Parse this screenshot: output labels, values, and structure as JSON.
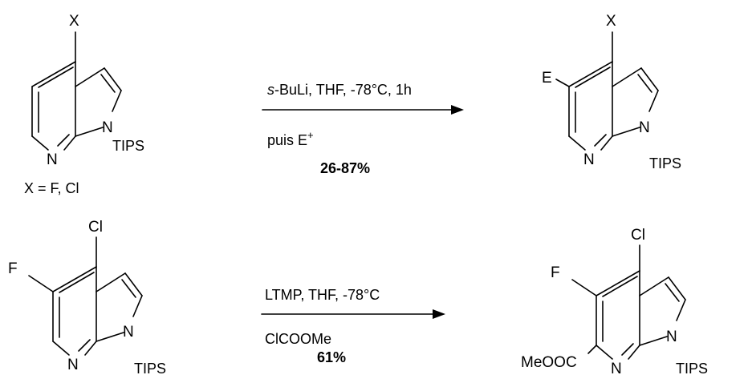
{
  "scheme": {
    "reaction1": {
      "reactant": {
        "substituent_top": "X",
        "ring_n": "N",
        "pyrrole_n": "N",
        "n_protecting_group": "TIPS",
        "definition": "X = F, Cl"
      },
      "conditions": {
        "reagent_prefix": "s",
        "reagent_rest": "-BuLi, THF, -78°C, 1h",
        "quench_text": "puis E",
        "quench_superscript": "+",
        "yield": "26-87%"
      },
      "product": {
        "substituent_top": "X",
        "substituent_side": "E",
        "ring_n": "N",
        "pyrrole_n": "N",
        "n_protecting_group": "TIPS"
      }
    },
    "reaction2": {
      "reactant": {
        "substituent_top": "Cl",
        "substituent_side": "F",
        "ring_n": "N",
        "pyrrole_n": "N",
        "n_protecting_group": "TIPS"
      },
      "conditions": {
        "reagent": "LTMP, THF, -78°C",
        "quench": "ClCOOMe",
        "yield": "61%"
      },
      "product": {
        "substituent_top": "Cl",
        "substituent_side": "F",
        "substituent_bottom": "MeOOC",
        "ring_n": "N",
        "pyrrole_n": "N",
        "n_protecting_group": "TIPS"
      }
    }
  }
}
